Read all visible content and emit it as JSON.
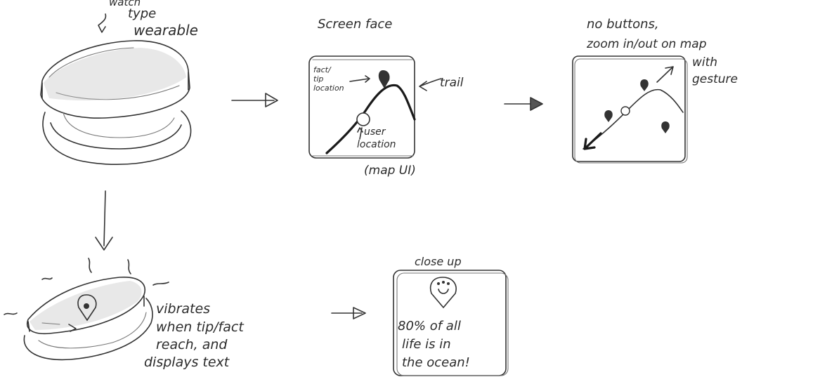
{
  "labels": {
    "wearable_top": "watch",
    "wearable_type": "type",
    "wearable": "wearable",
    "screen_face": "Screen face",
    "fact_tip": "fact/",
    "tip_location": "tip",
    "location": "location",
    "trail": "trail",
    "user": "user",
    "user_location": "location",
    "map_ui": "(map UI)",
    "no_buttons": "no buttons,",
    "zoom": "zoom in/out on map",
    "with": "with",
    "gesture": "gesture",
    "close_up": "close up",
    "vibrates_1": "vibrates",
    "vibrates_2": "when tip/fact",
    "vibrates_3": "reach, and",
    "vibrates_4": "displays text",
    "fact_text_1": "80% of all",
    "fact_text_2": "life is in",
    "fact_text_3": "the ocean!"
  },
  "icons": [
    "map-pin-icon",
    "user-location-icon",
    "paw-print-icon",
    "zoom-arrow-icon"
  ]
}
